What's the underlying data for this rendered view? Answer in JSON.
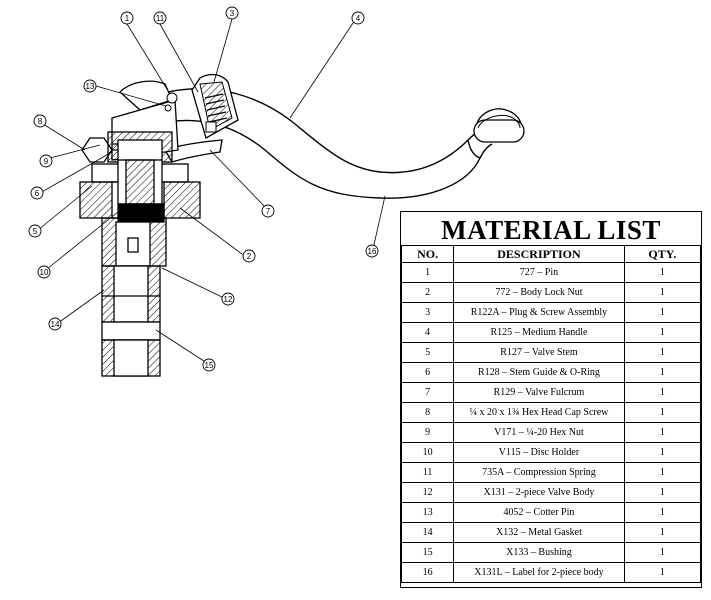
{
  "callouts": [
    "1",
    "11",
    "3",
    "4",
    "13",
    "8",
    "9",
    "6",
    "5",
    "10",
    "14",
    "15",
    "12",
    "2",
    "7",
    "16"
  ],
  "material_list": {
    "title": "MATERIAL LIST",
    "headers": [
      "NO.",
      "DESCRIPTION",
      "QTY."
    ],
    "rows": [
      [
        "1",
        "727 – Pin",
        "1"
      ],
      [
        "2",
        "772 – Body Lock Nut",
        "1"
      ],
      [
        "3",
        "R122A – Plug & Screw Assembly",
        "1"
      ],
      [
        "4",
        "R125 – Medium Handle",
        "1"
      ],
      [
        "5",
        "R127 – Valve Stem",
        "1"
      ],
      [
        "6",
        "R128 – Stem Guide & O-Ring",
        "1"
      ],
      [
        "7",
        "R129 – Valve Fulcrum",
        "1"
      ],
      [
        "8",
        "¼ x 20 x 1¾  Hex Head Cap Screw",
        "1"
      ],
      [
        "9",
        "V171 – ¼-20 Hex Nut",
        "1"
      ],
      [
        "10",
        "V115 – Disc Holder",
        "1"
      ],
      [
        "11",
        "735A – Compression Spring",
        "1"
      ],
      [
        "12",
        "X131 – 2-piece Valve Body",
        "1"
      ],
      [
        "13",
        "4052 – Cotter Pin",
        "1"
      ],
      [
        "14",
        "X132 – Metal Gasket",
        "1"
      ],
      [
        "15",
        "X133 – Bushing",
        "1"
      ],
      [
        "16",
        "X131L – Label for 2-piece body",
        "1"
      ]
    ]
  }
}
